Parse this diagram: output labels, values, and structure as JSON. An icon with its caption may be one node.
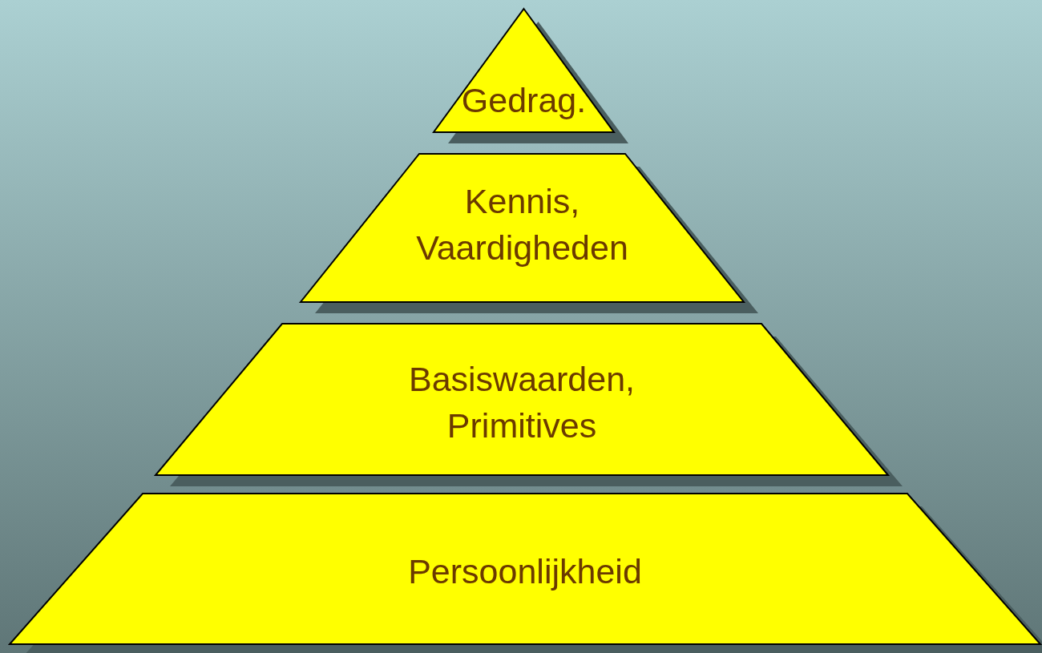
{
  "diagram": {
    "nodes": [
      {
        "text": [
          "Gedrag."
        ]
      },
      {
        "text": [
          "Kennis, Vaardigheden"
        ]
      },
      {
        "text": [
          "Basiswaarden, Primitives"
        ]
      },
      {
        "text": [
          "Persoonlijkheid"
        ]
      }
    ]
  }
}
